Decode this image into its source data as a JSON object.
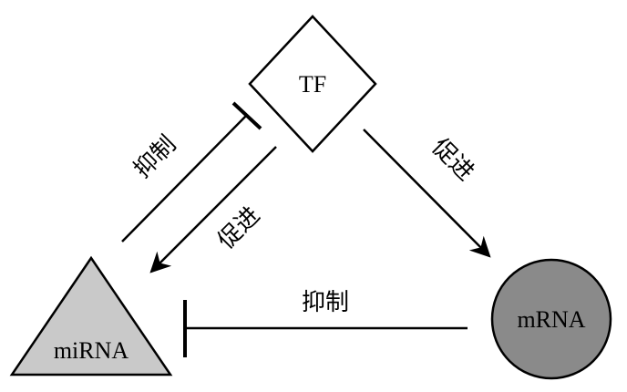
{
  "nodes": {
    "tf": {
      "label": "TF",
      "fill": "#ffffff",
      "shape": "diamond"
    },
    "mirna": {
      "label": "miRNA",
      "fill": "#c9c9c9",
      "shape": "triangle"
    },
    "mrna": {
      "label": "mRNA",
      "fill": "#8a8a8a",
      "shape": "circle"
    }
  },
  "edges": {
    "mirna_inhibits_tf": {
      "label": "抑制",
      "type": "inhibition"
    },
    "tf_promotes_mirna": {
      "label": "促进",
      "type": "activation"
    },
    "tf_promotes_mrna": {
      "label": "促进",
      "type": "activation"
    },
    "mrna_inhibits_mirna": {
      "label": "抑制",
      "type": "inhibition"
    }
  },
  "colors": {
    "stroke": "#000000"
  }
}
